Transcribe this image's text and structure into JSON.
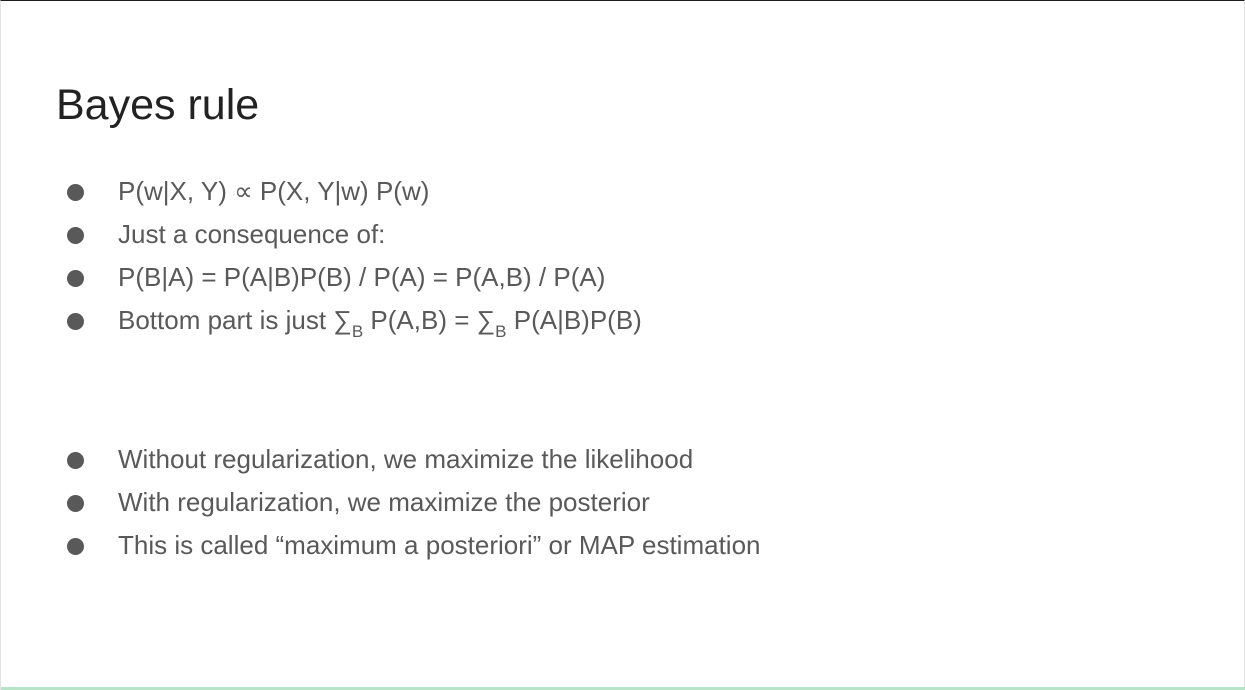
{
  "slide": {
    "title": "Bayes rule",
    "bullet_color": "#595959",
    "title_color": "#222222",
    "accent_color": "#b7e4c7",
    "group1": [
      {
        "text": "P(w|X, Y) ∝ P(X, Y|w) P(w)"
      },
      {
        "text": "Just a consequence of:"
      },
      {
        "text": "P(B|A) = P(A|B)P(B) / P(A) = P(A,B) / P(A)"
      },
      {
        "part1": "Bottom part is just ∑",
        "sub1": "B",
        "part2": " P(A,B) = ∑",
        "sub2": "B",
        "part3": " P(A|B)P(B)"
      }
    ],
    "group2": [
      {
        "text": "Without regularization, we maximize the likelihood"
      },
      {
        "text": "With regularization, we maximize the posterior"
      },
      {
        "text": "This is called “maximum a posteriori” or MAP estimation"
      }
    ]
  }
}
